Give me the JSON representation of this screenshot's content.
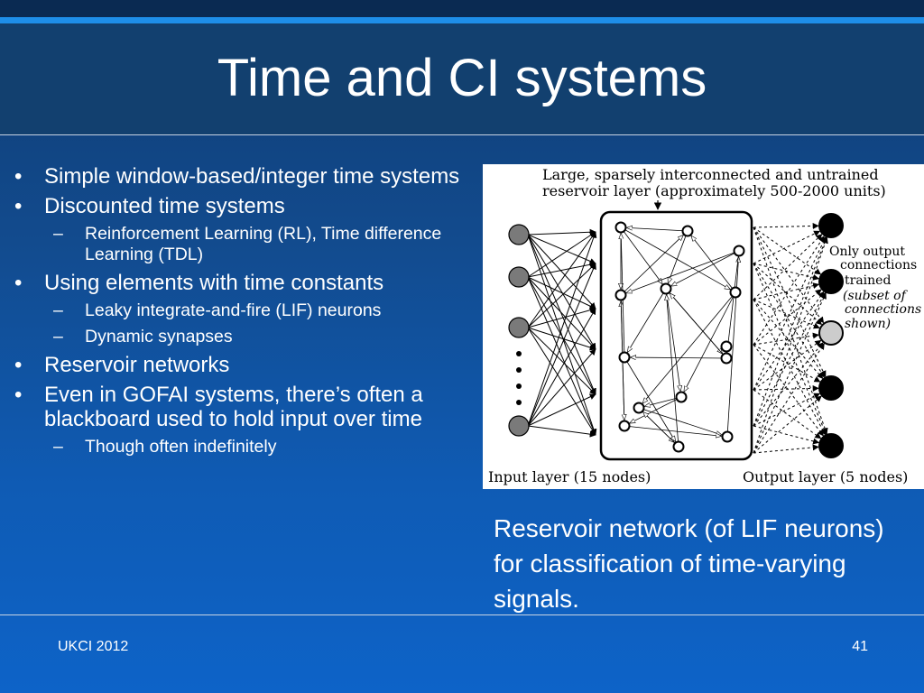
{
  "slide": {
    "title": "Time and CI systems",
    "bullets": [
      {
        "text": "Simple window-based/integer time systems",
        "subs": []
      },
      {
        "text": "Discounted time systems",
        "subs": [
          "Reinforcement Learning (RL), Time difference Learning (TDL)"
        ]
      },
      {
        "text": "Using elements with time constants",
        "subs": [
          "Leaky integrate-and-fire (LIF) neurons",
          "Dynamic synapses"
        ]
      },
      {
        "text": "Reservoir networks",
        "subs": []
      },
      {
        "text": "Even in GOFAI systems, there’s often a blackboard used to hold input over time",
        "subs": [
          "Though often indefinitely"
        ]
      }
    ],
    "bullet_symbol": "•",
    "sub_symbol": "–",
    "caption": "Reservoir network (of LIF neurons) for classification of time-varying signals.",
    "footer_left": "UKCI 2012",
    "slide_number": "41"
  },
  "diagram": {
    "reservoir_label_line1": "Large, sparsely interconnected and untrained",
    "reservoir_label_line2": "reservoir layer (approximately 500-2000 units)",
    "output_note_line1": "Only output",
    "output_note_line2": "connections",
    "output_note_line3": "trained",
    "output_note_line4": "(subset of",
    "output_note_line5": "connections",
    "output_note_line6": "shown)",
    "input_label": "Input layer (15 nodes)",
    "output_label": "Output layer (5 nodes)",
    "input_nodes": 4,
    "reservoir_nodes": 14,
    "output_nodes": 5
  },
  "colors": {
    "background_top": "#0f3c73",
    "background_bottom": "#0d63c8",
    "accent_stripe": "#1e8ee8",
    "input_node": "#7a7a7a",
    "output_node_highlight": "#cccccc"
  }
}
